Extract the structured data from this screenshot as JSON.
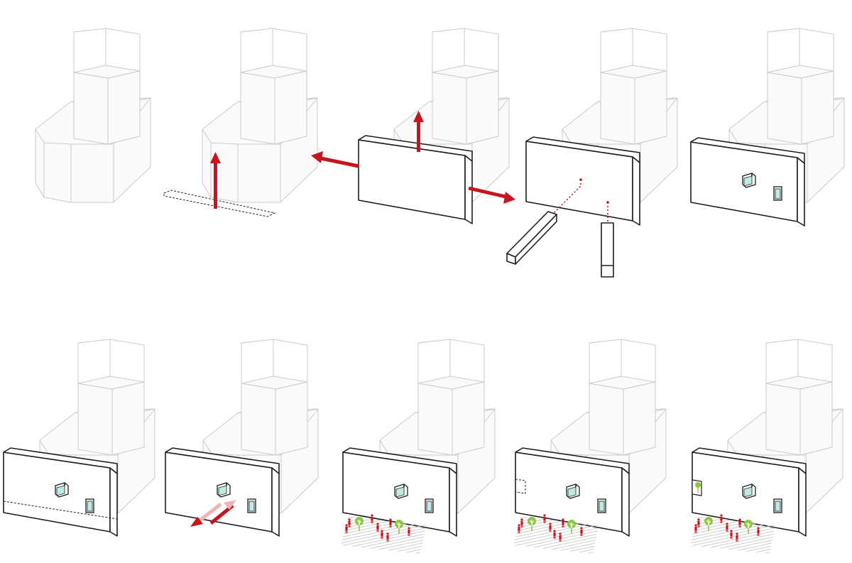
{
  "diagram": {
    "panels": [
      {
        "row": 1,
        "step": 1,
        "elements": [
          "existing-building"
        ]
      },
      {
        "row": 1,
        "step": 2,
        "elements": [
          "existing-building",
          "ground-strip",
          "up-arrow"
        ]
      },
      {
        "row": 1,
        "step": 3,
        "elements": [
          "existing-building",
          "facade-wall",
          "left-arrow",
          "up-arrow",
          "right-arrow"
        ]
      },
      {
        "row": 1,
        "step": 4,
        "elements": [
          "existing-building",
          "facade-wall",
          "horizontal-beam",
          "vertical-column",
          "insertion-guides"
        ]
      },
      {
        "row": 1,
        "step": 5,
        "elements": [
          "existing-building",
          "facade-wall",
          "window-box",
          "door-opening"
        ]
      },
      {
        "row": 2,
        "step": 6,
        "elements": [
          "existing-building",
          "facade-wall",
          "window-box",
          "door-opening",
          "ground-line"
        ]
      },
      {
        "row": 2,
        "step": 7,
        "elements": [
          "existing-building",
          "facade-wall",
          "window-box",
          "door-opening",
          "circulation-arrows"
        ]
      },
      {
        "row": 2,
        "step": 8,
        "elements": [
          "existing-building",
          "facade-wall",
          "window-box",
          "door-opening",
          "plaza",
          "people",
          "trees"
        ]
      },
      {
        "row": 2,
        "step": 9,
        "elements": [
          "existing-building",
          "facade-wall",
          "window-box",
          "door-opening",
          "plaza",
          "people",
          "trees",
          "corner-opening"
        ]
      },
      {
        "row": 2,
        "step": 10,
        "elements": [
          "existing-building",
          "facade-wall",
          "window-box",
          "door-opening",
          "plaza",
          "people",
          "trees",
          "green-corner"
        ]
      }
    ],
    "colors": {
      "arrow": "#c8151d",
      "arrow_faded": "#eeb3b3",
      "tree": "#8dc63f",
      "tree_trunk": "#ffffff",
      "person": "#c8151d",
      "glass": "#bfe9e4",
      "ghost_fill": "#fafafa",
      "ghost_stroke": "#c9c9c9",
      "wall_stroke": "#1e1e1e",
      "plaza_lines": "#c6c6c6"
    }
  }
}
